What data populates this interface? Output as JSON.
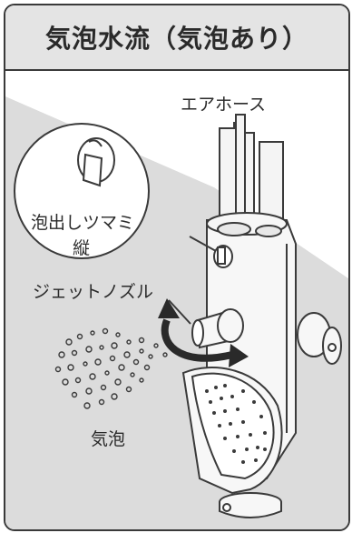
{
  "title": "気泡水流（気泡あり）",
  "labels": {
    "air_hose": "エアホース",
    "knob_line1": "泡出しツマミ",
    "knob_line2": "縦",
    "jet_nozzle": "ジェットノズル",
    "bubbles": "気泡"
  },
  "colors": {
    "title_bg": "#e4e4e4",
    "diagonal_band": "#dcdcdc",
    "outline": "#3a3a3a"
  }
}
